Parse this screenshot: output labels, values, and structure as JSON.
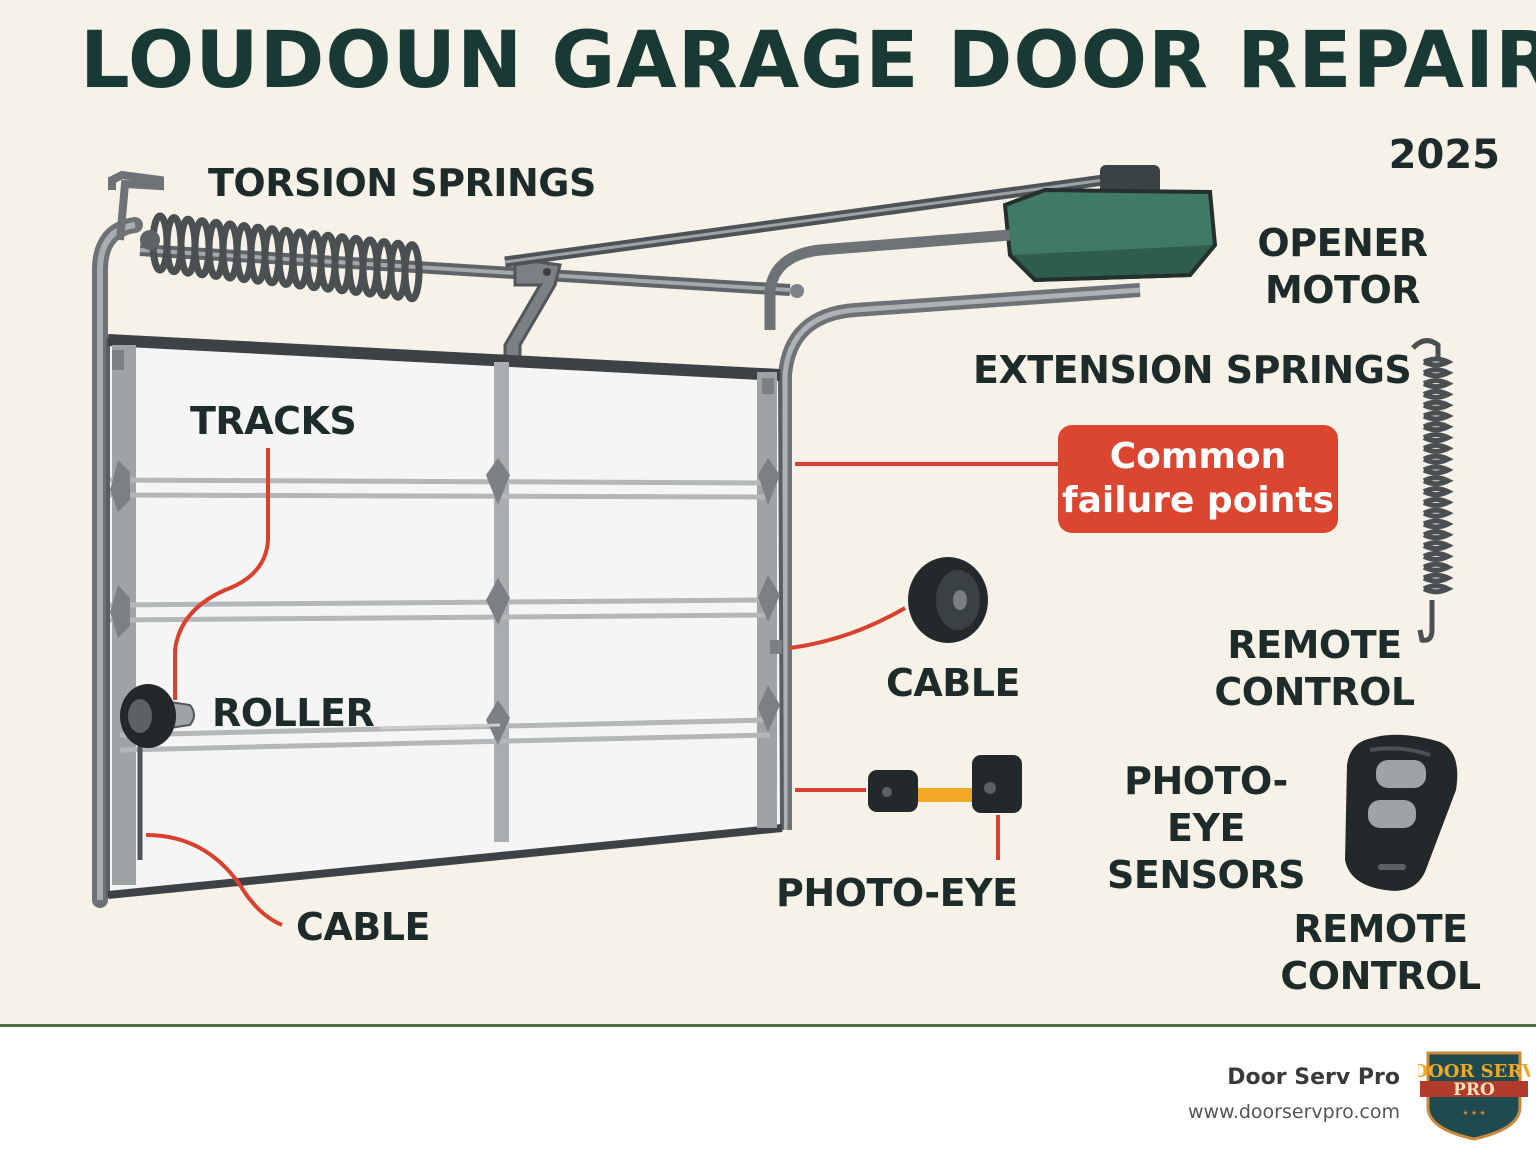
{
  "header": {
    "title": "LOUDOUN GARAGE DOOR REPAIR",
    "year": "2025"
  },
  "labels": {
    "torsion_springs": "TORSION SPRINGS",
    "opener_motor": "OPENER MOTOR",
    "extension_springs": "EXTENSION SPRINGS",
    "tracks": "TRACKS",
    "roller": "ROLLER",
    "cable_left": "CABLE",
    "cable_right": "CABLE",
    "photo_eye": "PHOTO-EYE",
    "photo_eye_sensors": "PHOTO-EYE SENSORS",
    "remote_control_top": "REMOTE CONTROL",
    "remote_control_bottom": "REMOTE CONTROL"
  },
  "callout": {
    "text": "Common failure points",
    "color": "#db4630"
  },
  "footer": {
    "brand_name": "Door Serv Pro",
    "brand_url": "www.doorservpro.com",
    "logo_text": "DOOR SERV PRO"
  },
  "colors": {
    "background": "#f6f2e8",
    "title": "#193a34",
    "motor": "#3e7a66",
    "leader_line": "#d9412e",
    "beam": "#f1a825",
    "metal": "#6c7276"
  },
  "icons": [
    "torsion-spring-icon",
    "opener-motor-icon",
    "extension-spring-icon",
    "roller-icon",
    "cable-pulley-icon",
    "photo-eye-sensor-icon",
    "remote-control-icon"
  ]
}
